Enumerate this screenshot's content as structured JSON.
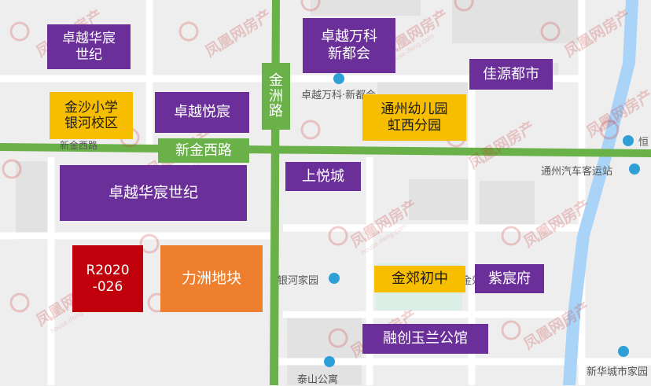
{
  "labels": {
    "zhuoyue_huachen_shiji_north": "卓越华宸\n世纪",
    "zhuoyue_wanke": "卓越万科\n新都会",
    "jiayuan_dushi": "佳源都市",
    "jinsha_xiaoxue": "金沙小学\n银河校区",
    "zhuoyue_yuechen": "卓越悦宸",
    "tongzhou_youeryuan": "通州幼儿园\n虹西分园",
    "xinjin_xilu": "新金西路",
    "jinzhou_lu": "金\n洲\n路",
    "zhuoyue_huachen_shiji": "卓越华宸世纪",
    "shangyue_cheng": "上悦城",
    "r2020_026": "R2020\n-026",
    "lizhou_dikuai": "力洲地块",
    "jinjiao_chuzhong": "金郊初中",
    "zichen_fu": "紫宸府",
    "rongchuang_yulan": "融创玉兰公馆"
  },
  "pois": {
    "zhuoyue_wanke_poi": "卓越万科·新都会",
    "xinjin_xilu_poi": "新金西路",
    "tongzhou_bus_station": "通州汽车客运站",
    "heng_partial": "恒",
    "yinhe_jiayuan": "银河家园",
    "jin_partial": "金郊",
    "taishan_gongyu": "泰山公寓",
    "xinhua_chengshi": "新华城市家园"
  },
  "watermark": {
    "text": "凤凰网房产",
    "sub": "house.ifeng.com"
  },
  "colors": {
    "purple": "#6b2f9a",
    "yellow": "#f7be00",
    "orange": "#ee7f2e",
    "red": "#c0000a",
    "green_road": "#6ab14a",
    "river": "#a9d3f7",
    "poi_icon": "#2f9fd8"
  }
}
